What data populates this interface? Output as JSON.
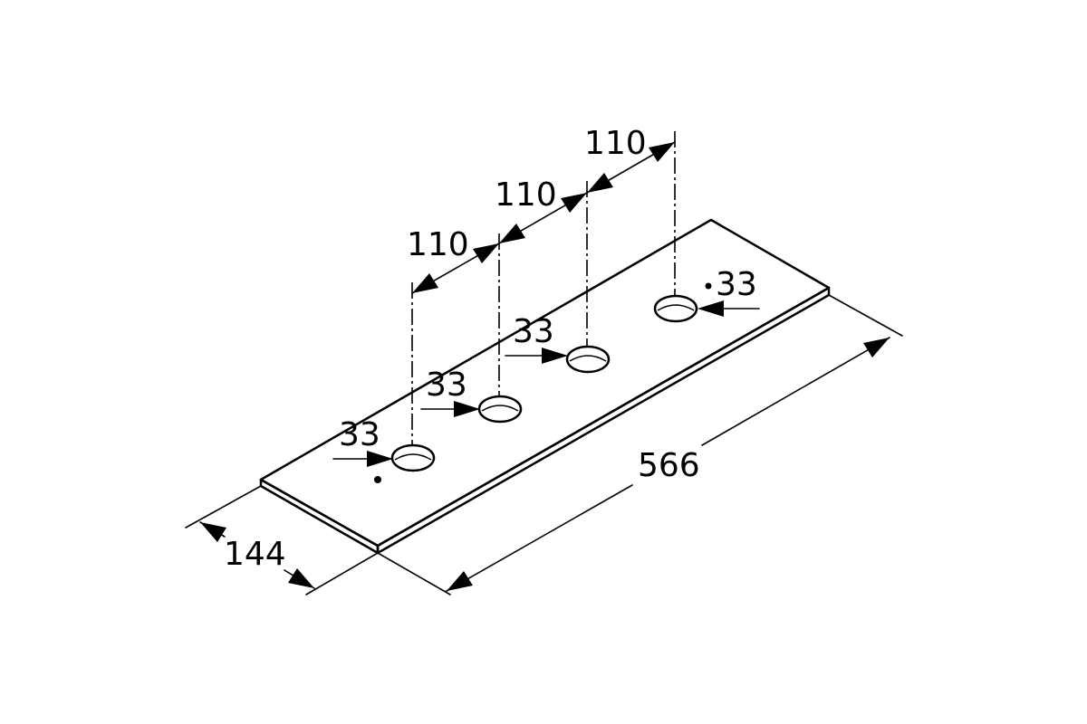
{
  "diagram": {
    "plate_length": "566",
    "plate_width": "144",
    "hole_spacing_1": "110",
    "hole_spacing_2": "110",
    "hole_spacing_3": "110",
    "hole_diameter_1": "33",
    "hole_diameter_2": "33",
    "hole_diameter_3": "33",
    "hole_diameter_4": "33",
    "line_color": "#000000",
    "background_color": "#ffffff"
  }
}
